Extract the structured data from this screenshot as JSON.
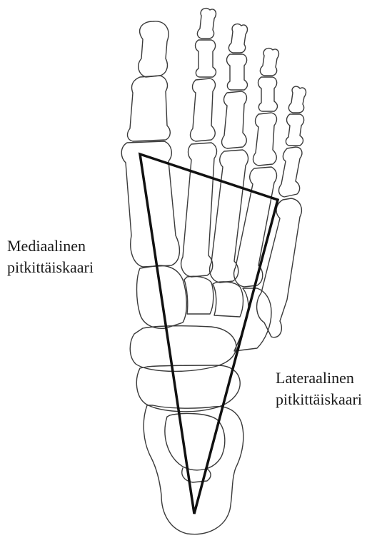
{
  "labels": {
    "medial": [
      "Mediaalinen",
      "pitkittäiskaari"
    ],
    "lateral": [
      "Lateraalinen",
      "pitkittäiskaari"
    ]
  },
  "colors": {
    "bone_outline": "#3a3a3a",
    "arch_triangle": "#111111",
    "text": "#1a1a1a",
    "background": "#ffffff"
  }
}
